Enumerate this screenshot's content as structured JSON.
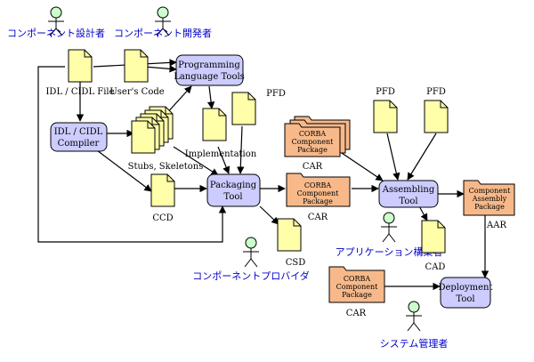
{
  "actors": {
    "component_designer": "コンポーネント設計者",
    "component_developer": "コンポーネント開発者",
    "component_provider": "コンポーネントプロバイダ",
    "application_builder": "アプリケーション構築者",
    "system_admin": "システム管理者"
  },
  "tools": {
    "plt_line1": "Programming",
    "plt_line2": "Language Tools",
    "cidl_line1": "IDL / CIDL",
    "cidl_line2": "Compiler",
    "pack_line1": "Packaging",
    "pack_line2": "Tool",
    "asm_line1": "Assembling",
    "asm_line2": "Tool",
    "dep_line1": "Deployment",
    "dep_line2": "Tool"
  },
  "docs": {
    "idl_file": "IDL / CIDL File",
    "users_code": "User's Code",
    "stubs": "Stubs, Skeletons",
    "implementation": "Implementation",
    "pfd": "PFD",
    "ccd": "CCD",
    "csd": "CSD",
    "cad": "CAD"
  },
  "packages": {
    "corba_line1": "CORBA",
    "corba_line2": "Component",
    "corba_line3": "Package",
    "car": "CAR",
    "aar_line1": "Component",
    "aar_line2": "Assembly",
    "aar_line3": "Package",
    "aar": "AAR"
  },
  "colors": {
    "tool_fill": "#ccccff",
    "doc_fill": "#ffffaa",
    "package_fill": "#f7b98a",
    "actor_head": "#ccffcc",
    "actor_label": "#0000cc"
  }
}
